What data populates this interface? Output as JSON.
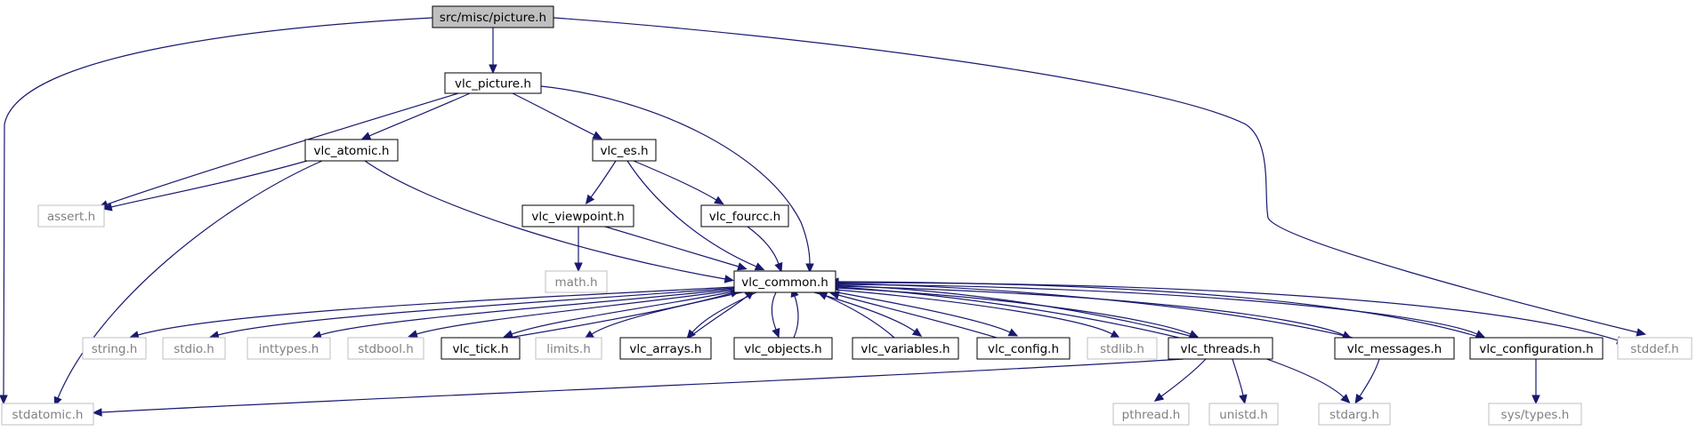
{
  "colors": {
    "edge": "#191970",
    "root_fill": "#bfbfbf",
    "documented_border": "#000000",
    "external_border": "#bfbfbf",
    "external_text": "#808080"
  },
  "nodes": [
    {
      "id": "root",
      "label": "src/misc/picture.h",
      "kind": "root"
    },
    {
      "id": "vlc_picture",
      "label": "vlc_picture.h",
      "kind": "doc"
    },
    {
      "id": "vlc_atomic",
      "label": "vlc_atomic.h",
      "kind": "doc"
    },
    {
      "id": "vlc_es",
      "label": "vlc_es.h",
      "kind": "doc"
    },
    {
      "id": "assert",
      "label": "assert.h",
      "kind": "ext"
    },
    {
      "id": "vlc_viewpoint",
      "label": "vlc_viewpoint.h",
      "kind": "doc"
    },
    {
      "id": "vlc_fourcc",
      "label": "vlc_fourcc.h",
      "kind": "doc"
    },
    {
      "id": "math",
      "label": "math.h",
      "kind": "ext"
    },
    {
      "id": "vlc_common",
      "label": "vlc_common.h",
      "kind": "doc"
    },
    {
      "id": "string",
      "label": "string.h",
      "kind": "ext"
    },
    {
      "id": "stdio",
      "label": "stdio.h",
      "kind": "ext"
    },
    {
      "id": "inttypes",
      "label": "inttypes.h",
      "kind": "ext"
    },
    {
      "id": "stdbool",
      "label": "stdbool.h",
      "kind": "ext"
    },
    {
      "id": "vlc_tick",
      "label": "vlc_tick.h",
      "kind": "doc"
    },
    {
      "id": "limits",
      "label": "limits.h",
      "kind": "ext"
    },
    {
      "id": "vlc_arrays",
      "label": "vlc_arrays.h",
      "kind": "doc"
    },
    {
      "id": "vlc_objects",
      "label": "vlc_objects.h",
      "kind": "doc"
    },
    {
      "id": "vlc_variables",
      "label": "vlc_variables.h",
      "kind": "doc"
    },
    {
      "id": "vlc_config",
      "label": "vlc_config.h",
      "kind": "doc"
    },
    {
      "id": "stdlib",
      "label": "stdlib.h",
      "kind": "ext"
    },
    {
      "id": "vlc_threads",
      "label": "vlc_threads.h",
      "kind": "doc"
    },
    {
      "id": "vlc_messages",
      "label": "vlc_messages.h",
      "kind": "doc"
    },
    {
      "id": "vlc_configuration",
      "label": "vlc_configuration.h",
      "kind": "doc"
    },
    {
      "id": "stddef",
      "label": "stddef.h",
      "kind": "ext"
    },
    {
      "id": "stdatomic",
      "label": "stdatomic.h",
      "kind": "ext"
    },
    {
      "id": "pthread",
      "label": "pthread.h",
      "kind": "ext"
    },
    {
      "id": "unistd",
      "label": "unistd.h",
      "kind": "ext"
    },
    {
      "id": "stdarg",
      "label": "stdarg.h",
      "kind": "ext"
    },
    {
      "id": "sys_types",
      "label": "sys/types.h",
      "kind": "ext"
    }
  ],
  "edges": [
    [
      "root",
      "vlc_picture"
    ],
    [
      "root",
      "stdatomic"
    ],
    [
      "root",
      "stddef"
    ],
    [
      "vlc_picture",
      "vlc_atomic"
    ],
    [
      "vlc_picture",
      "vlc_es"
    ],
    [
      "vlc_picture",
      "assert"
    ],
    [
      "vlc_picture",
      "vlc_common"
    ],
    [
      "vlc_atomic",
      "assert"
    ],
    [
      "vlc_atomic",
      "stdatomic"
    ],
    [
      "vlc_atomic",
      "vlc_common"
    ],
    [
      "vlc_es",
      "vlc_viewpoint"
    ],
    [
      "vlc_es",
      "vlc_fourcc"
    ],
    [
      "vlc_es",
      "vlc_common"
    ],
    [
      "vlc_viewpoint",
      "math"
    ],
    [
      "vlc_viewpoint",
      "vlc_common"
    ],
    [
      "vlc_fourcc",
      "vlc_common"
    ],
    [
      "vlc_common",
      "string"
    ],
    [
      "vlc_common",
      "stdio"
    ],
    [
      "vlc_common",
      "inttypes"
    ],
    [
      "vlc_common",
      "stdbool"
    ],
    [
      "vlc_common",
      "vlc_tick"
    ],
    [
      "vlc_common",
      "limits"
    ],
    [
      "vlc_common",
      "vlc_arrays"
    ],
    [
      "vlc_common",
      "vlc_objects"
    ],
    [
      "vlc_common",
      "vlc_variables"
    ],
    [
      "vlc_common",
      "vlc_config"
    ],
    [
      "vlc_common",
      "stdlib"
    ],
    [
      "vlc_common",
      "vlc_threads"
    ],
    [
      "vlc_common",
      "vlc_messages"
    ],
    [
      "vlc_common",
      "vlc_configuration"
    ],
    [
      "vlc_common",
      "stddef"
    ],
    [
      "vlc_common",
      "stdarg"
    ],
    [
      "vlc_tick",
      "vlc_common"
    ],
    [
      "vlc_arrays",
      "vlc_common"
    ],
    [
      "vlc_objects",
      "vlc_common"
    ],
    [
      "vlc_variables",
      "vlc_common"
    ],
    [
      "vlc_config",
      "vlc_common"
    ],
    [
      "vlc_threads",
      "vlc_common"
    ],
    [
      "vlc_messages",
      "vlc_common"
    ],
    [
      "vlc_configuration",
      "vlc_common"
    ],
    [
      "vlc_threads",
      "stdatomic"
    ],
    [
      "vlc_threads",
      "pthread"
    ],
    [
      "vlc_threads",
      "unistd"
    ],
    [
      "vlc_messages",
      "stdarg"
    ],
    [
      "vlc_configuration",
      "sys_types"
    ]
  ]
}
